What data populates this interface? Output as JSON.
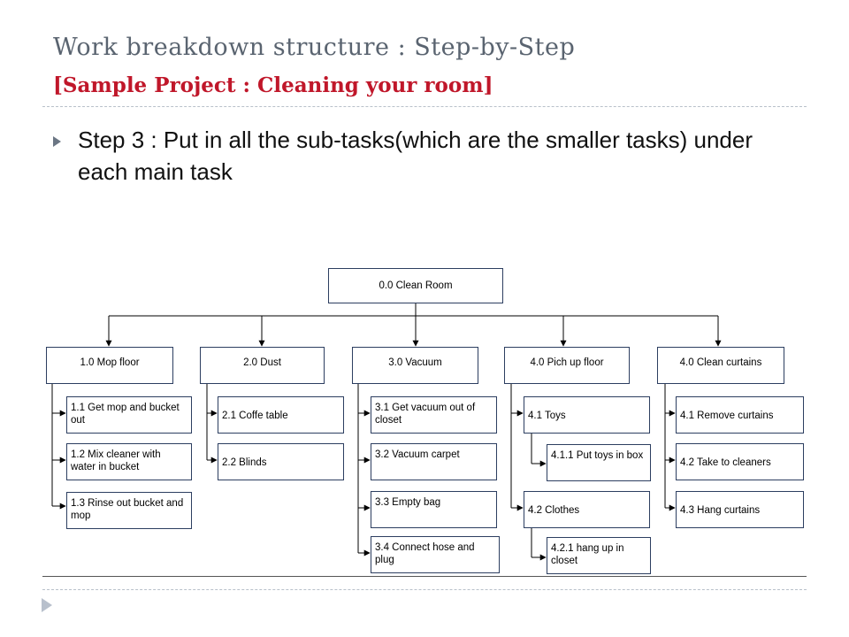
{
  "title": {
    "line1": "Work breakdown structure : Step-by-Step",
    "line2": "[Sample Project : Cleaning your room]"
  },
  "step_text": "Step 3 : Put in all the sub-tasks(which are the smaller tasks) under each main task",
  "wbs": {
    "root": "0.0 Clean Room",
    "main": [
      "1.0 Mop floor",
      "2.0 Dust",
      "3.0 Vacuum",
      "4.0 Pich up floor",
      "4.0 Clean curtains"
    ],
    "mop": [
      "1.1 Get mop and bucket out",
      "1.2 Mix cleaner with water in bucket",
      "1.3 Rinse out bucket and mop"
    ],
    "dust": [
      "2.1 Coffe table",
      "2.2 Blinds"
    ],
    "vacuum": [
      "3.1 Get vacuum out of closet",
      "3.2 Vacuum carpet",
      "3.3 Empty bag",
      "3.4 Connect hose and plug"
    ],
    "pickup": [
      "4.1 Toys",
      "4.1.1 Put toys in box",
      "4.2 Clothes",
      "4.2.1 hang up in closet"
    ],
    "curtains": [
      "4.1 Remove curtains",
      "4.2 Take to cleaners",
      "4.3 Hang curtains"
    ]
  },
  "colors": {
    "title_gray": "#5a6470",
    "title_red": "#c0172a",
    "box_border": "#2c3e60",
    "rule": "#b8c0ca"
  }
}
